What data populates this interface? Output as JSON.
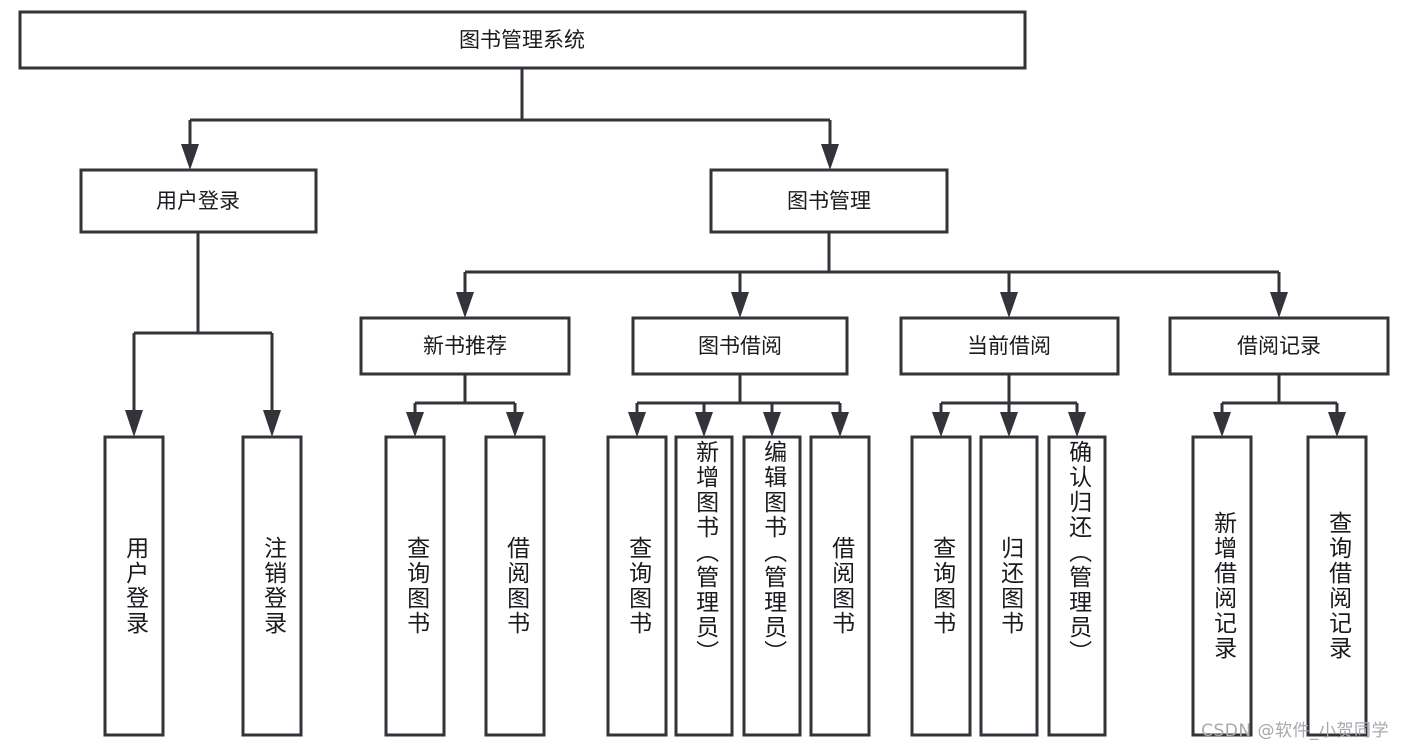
{
  "diagram": {
    "type": "tree",
    "title": "图书管理系统",
    "watermark": "CSDN @软件_小贺同学",
    "colors": {
      "box_stroke": "#33333a",
      "box_fill": "#ffffff",
      "text": "#1b1b1f",
      "background": "#ffffff",
      "watermark": "#a8a8ad"
    },
    "root": {
      "label": "图书管理系统"
    },
    "level2": [
      {
        "label": "用户登录"
      },
      {
        "label": "图书管理"
      }
    ],
    "level3": [
      {
        "label": "新书推荐"
      },
      {
        "label": "图书借阅"
      },
      {
        "label": "当前借阅"
      },
      {
        "label": "借阅记录"
      }
    ],
    "leaves": {
      "user_login": [
        {
          "label": "用户登录"
        },
        {
          "label": "注销登录"
        }
      ],
      "new_book_recommend": [
        {
          "label": "查询图书"
        },
        {
          "label": "借阅图书"
        }
      ],
      "book_borrow": [
        {
          "label": "查询图书"
        },
        {
          "label": "新增图书（管理员）"
        },
        {
          "label": "编辑图书（管理员）"
        },
        {
          "label": "借阅图书"
        }
      ],
      "current_borrow": [
        {
          "label": "查询图书"
        },
        {
          "label": "归还图书"
        },
        {
          "label": "确认归还（管理员）"
        }
      ],
      "borrow_record": [
        {
          "label": "新增借阅记录"
        },
        {
          "label": "查询借阅记录"
        }
      ]
    }
  }
}
